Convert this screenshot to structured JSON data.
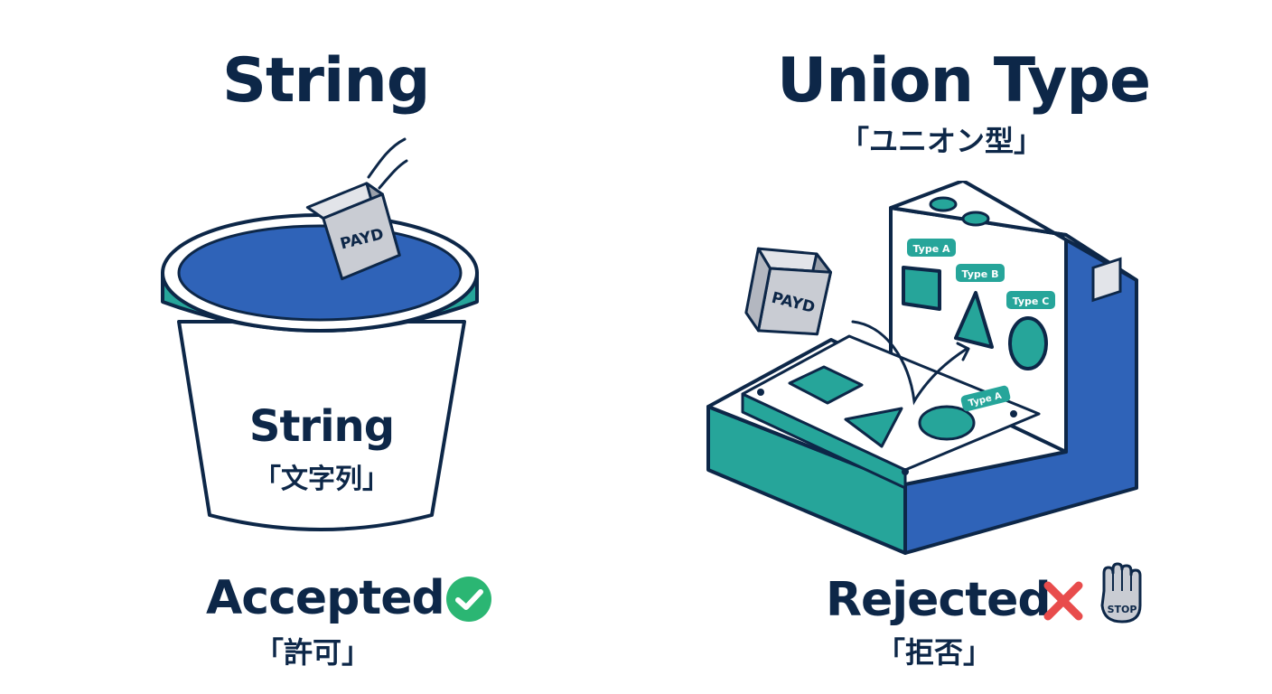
{
  "left": {
    "title": "String",
    "cup_label": "String",
    "cup_sublabel": "「文字列」",
    "block_label": "PAYD",
    "status": "Accepted",
    "status_sub": "「許可」"
  },
  "right": {
    "title": "Union Type",
    "subtitle": "「ユニオン型」",
    "block_label": "PAYD",
    "tags": {
      "square": "Type A",
      "triangle": "Type B",
      "circle": "Type C",
      "hole": "Type A"
    },
    "status": "Rejected",
    "status_sub": "「拒否」",
    "stop_label": "STOP"
  },
  "colors": {
    "navy": "#0d2748",
    "blue": "#2f63b8",
    "teal": "#26a59a",
    "green": "#2bb673",
    "red": "#e84c4c",
    "gray_block": "#c9ccd3"
  },
  "icons": {
    "accepted": "check-circle-icon",
    "rejected": "x-mark-icon",
    "stop": "stop-hand-icon"
  }
}
